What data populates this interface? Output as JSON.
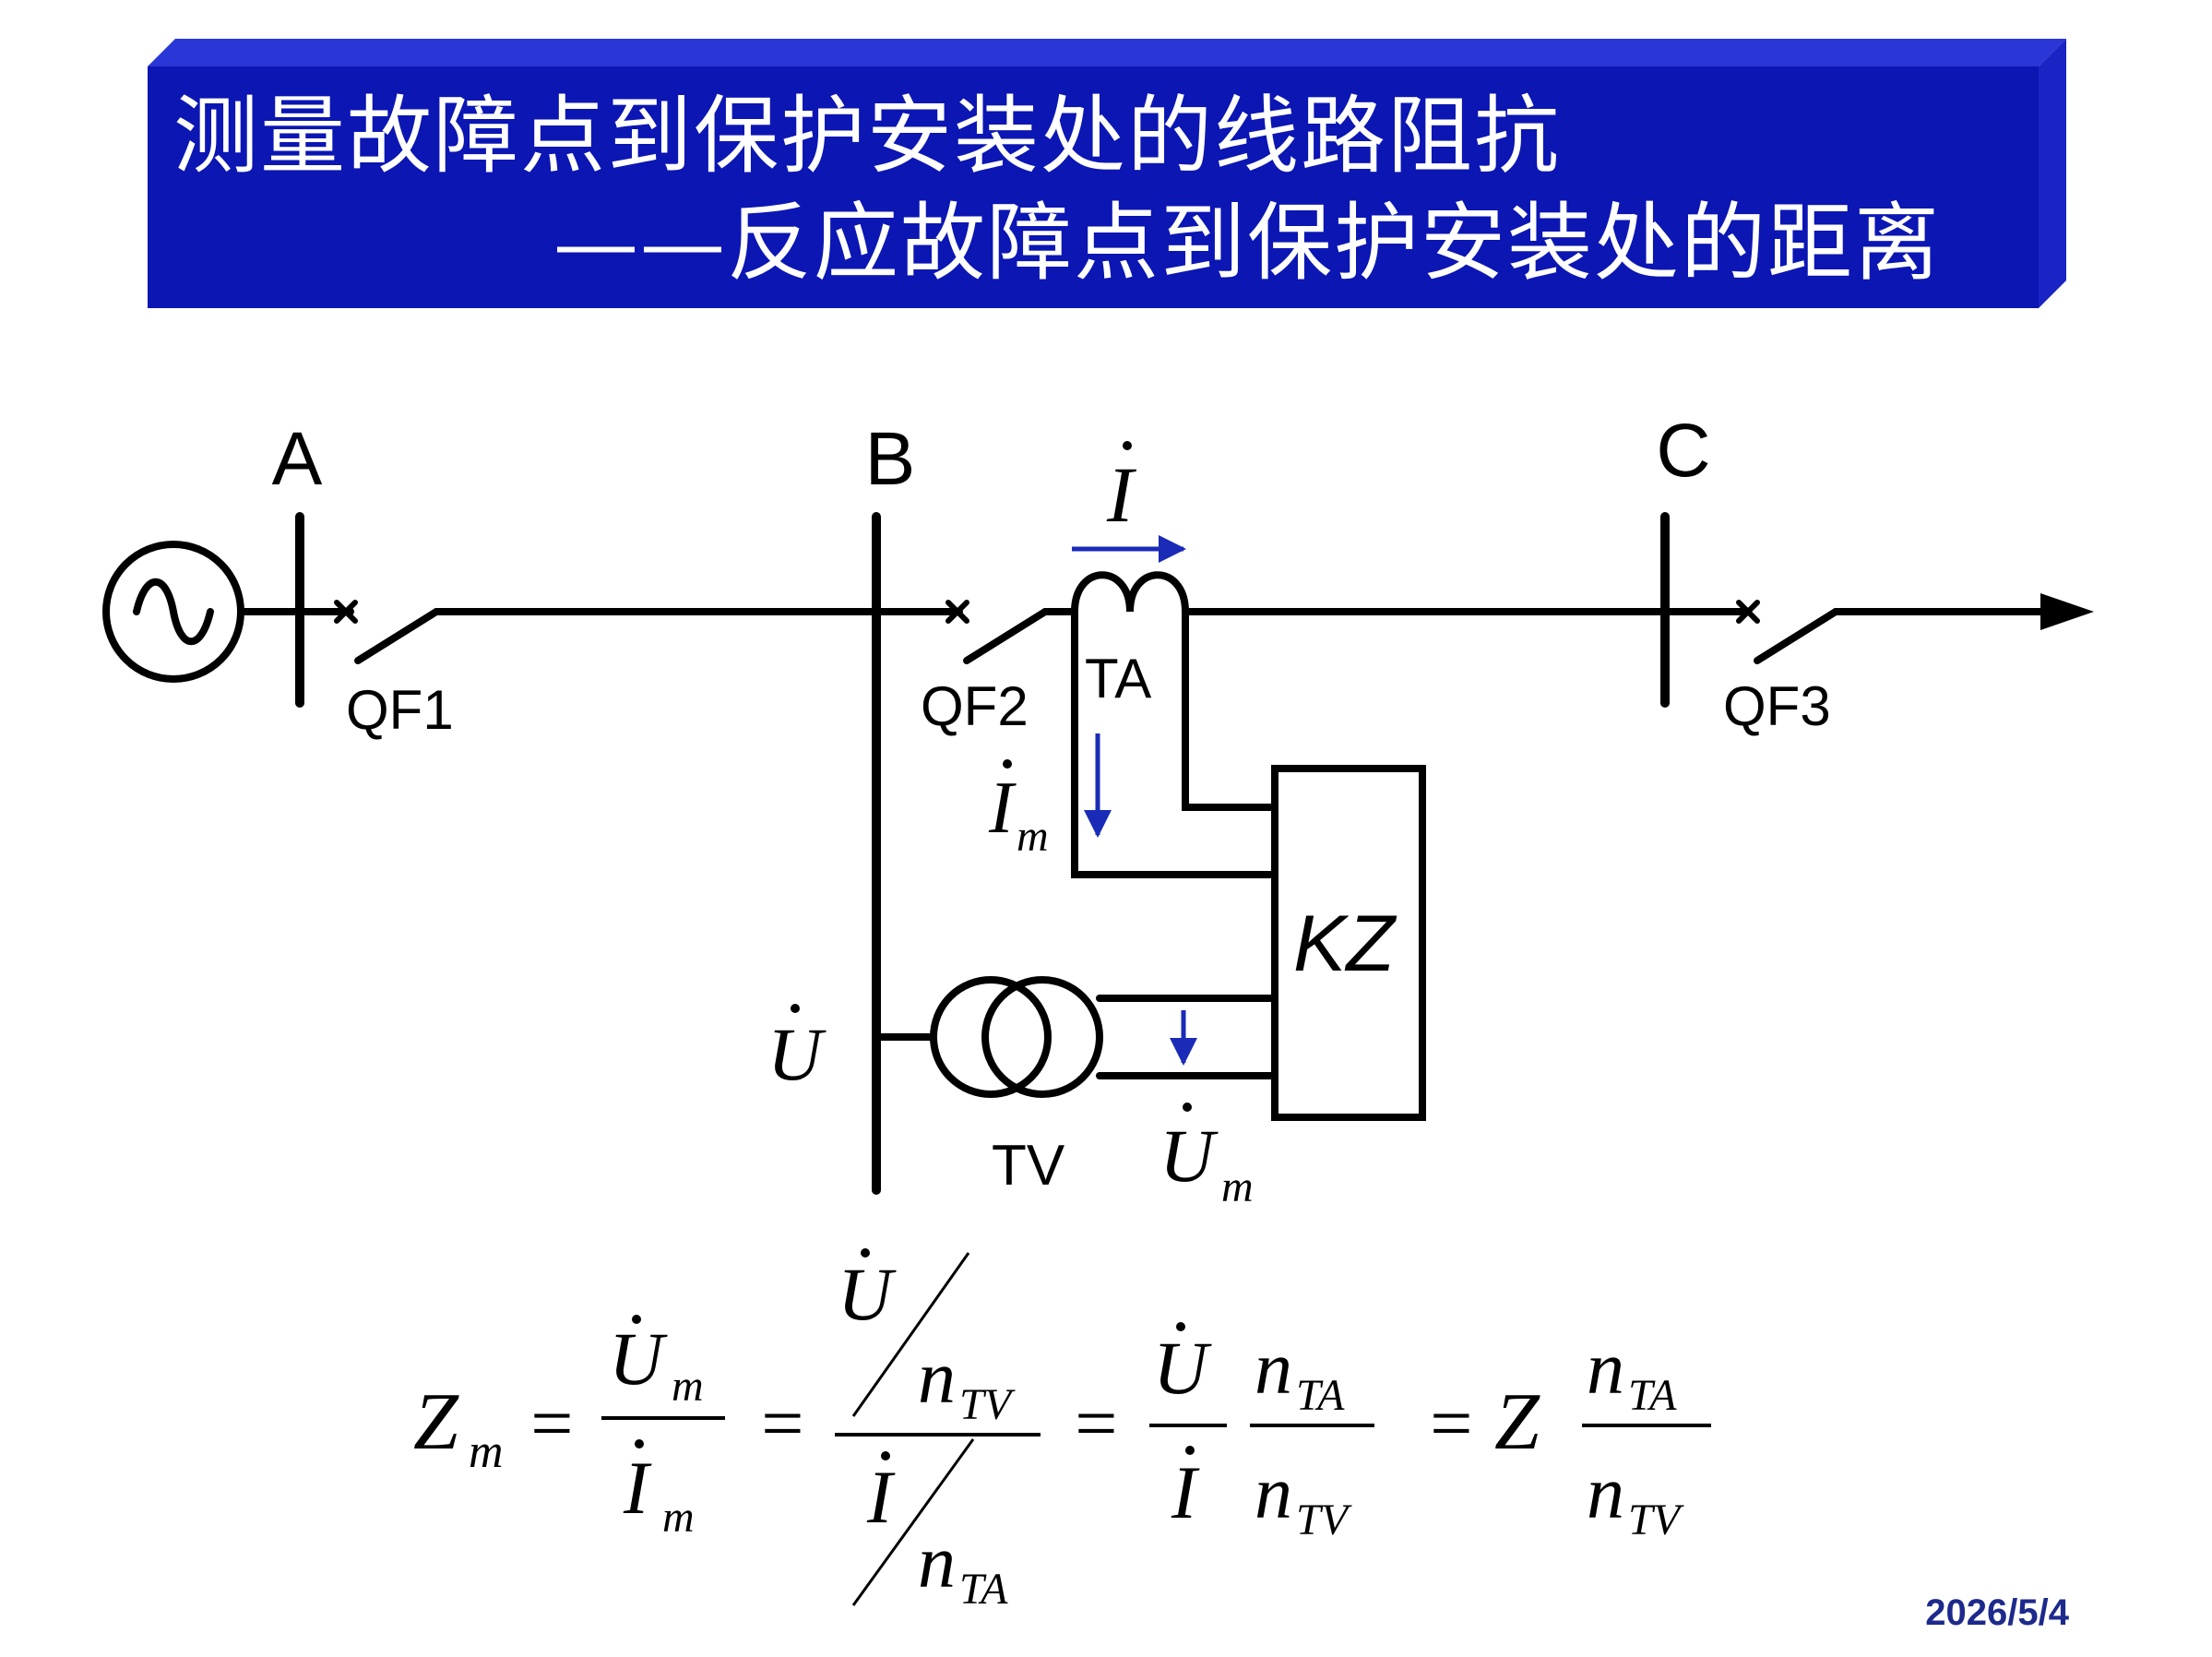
{
  "title": {
    "line1": "测量故障点到保护安装处的线路阻抗",
    "line2": "——反应故障点到保护安装处的距离",
    "banner_color": "#0b16b3",
    "banner_top_color": "#2b36d6",
    "banner_side_color": "#1a24c4"
  },
  "diagram": {
    "bus_a": "A",
    "bus_b": "B",
    "bus_c": "C",
    "breaker_1": "QF1",
    "breaker_2": "QF2",
    "breaker_3": "QF3",
    "current_transformer": "TA",
    "voltage_transformer": "TV",
    "relay": "KZ",
    "current_symbol": "I",
    "measured_current_symbol": "I",
    "measured_subscript": "m",
    "voltage_symbol": "U",
    "measured_voltage_symbol": "U",
    "arrow_color": "#1a2bb8"
  },
  "formula": {
    "lhs_symbol": "Z",
    "lhs_sub": "m",
    "equals": "=",
    "U": "U",
    "I": "I",
    "m": "m",
    "n": "n",
    "sub_TV": "TV",
    "sub_TA": "TA",
    "Z": "Z"
  },
  "footer": {
    "date": "2026/5/4"
  }
}
